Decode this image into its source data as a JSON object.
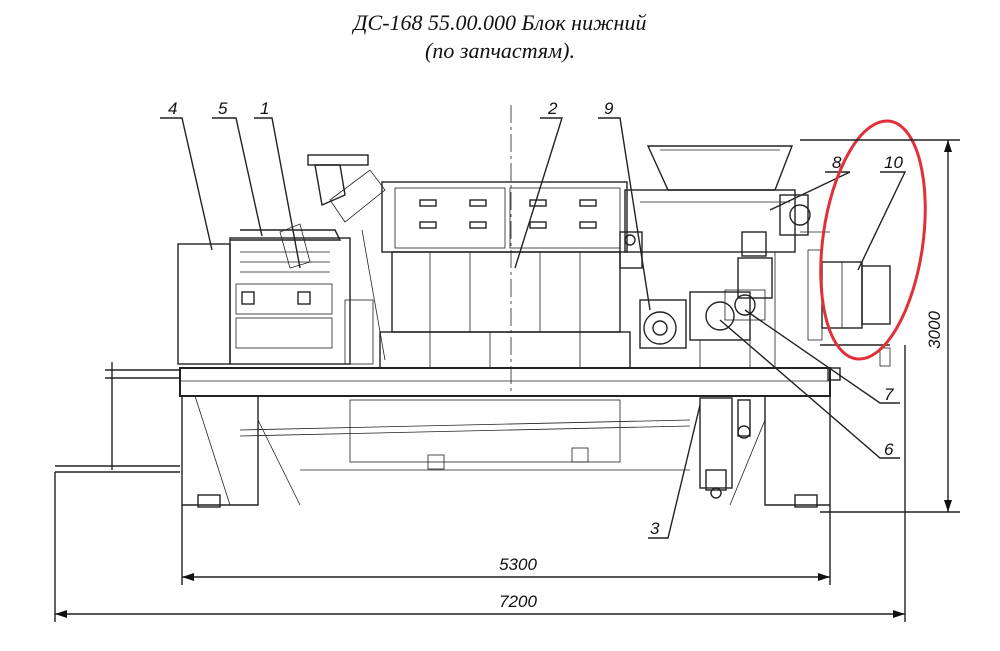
{
  "title": {
    "line1": "ДС-168 55.00.000 Блок нижний",
    "line2": "(по запчастям)."
  },
  "callouts": [
    "4",
    "5",
    "1",
    "2",
    "9",
    "8",
    "10",
    "7",
    "6",
    "3"
  ],
  "dimensions": {
    "height": "3000",
    "inner_width": "5300",
    "overall_width": "7200"
  },
  "highlight": {
    "color": "#e0303a",
    "target": "10"
  }
}
